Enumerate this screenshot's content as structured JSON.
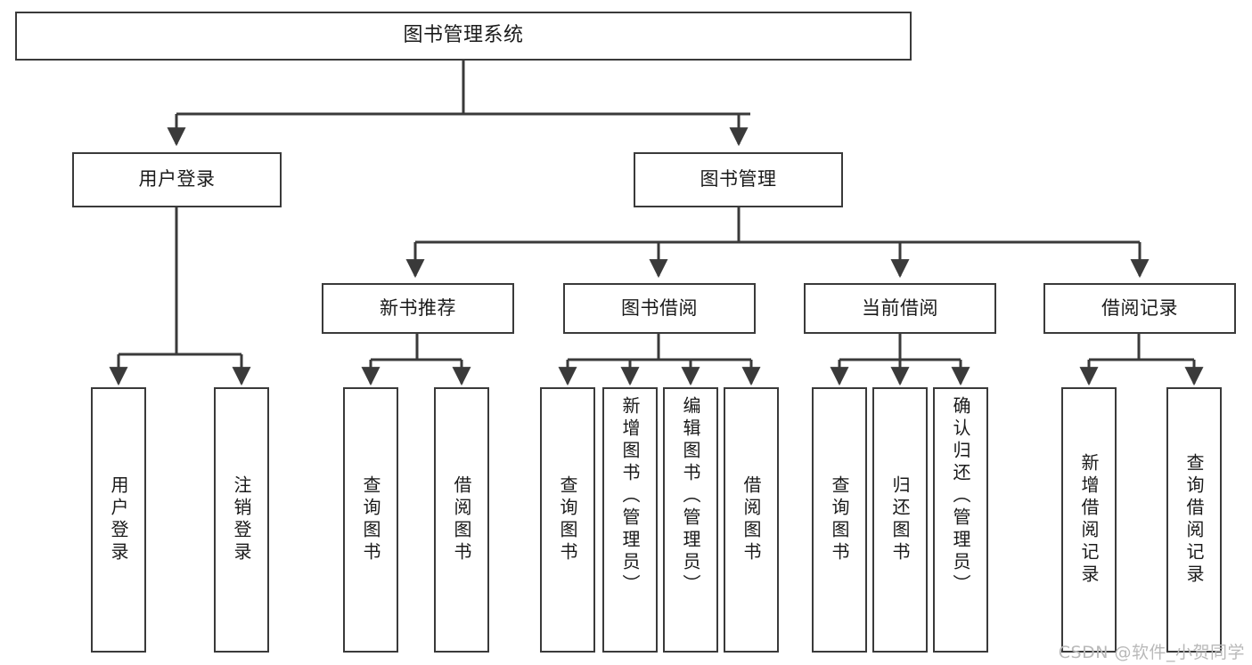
{
  "diagram": {
    "type": "tree",
    "title_node": "图书管理系统",
    "watermark": "CSDN @软件_小贺同学",
    "colors": {
      "stroke": "#3a3a3a",
      "fill": "#ffffff",
      "text": "#1a1a1a",
      "watermark": "#b9b9b9"
    },
    "root": {
      "label": "图书管理系统"
    },
    "level2": [
      {
        "label": "用户登录"
      },
      {
        "label": "图书管理"
      }
    ],
    "level3": [
      {
        "label": "新书推荐"
      },
      {
        "label": "图书借阅"
      },
      {
        "label": "当前借阅"
      },
      {
        "label": "借阅记录"
      }
    ],
    "leaves": {
      "user_login": [
        {
          "label": "用户登录"
        },
        {
          "label": "注销登录"
        }
      ],
      "new_book": [
        {
          "label": "查询图书"
        },
        {
          "label": "借阅图书"
        }
      ],
      "book_borrow": [
        {
          "label": "查询图书"
        },
        {
          "label": "新增图书（管理员）"
        },
        {
          "label": "编辑图书（管理员）"
        },
        {
          "label": "借阅图书"
        }
      ],
      "current_borrow": [
        {
          "label": "查询图书"
        },
        {
          "label": "归还图书"
        },
        {
          "label": "确认归还（管理员）"
        }
      ],
      "borrow_record": [
        {
          "label": "新增借阅记录"
        },
        {
          "label": "查询借阅记录"
        }
      ]
    }
  }
}
